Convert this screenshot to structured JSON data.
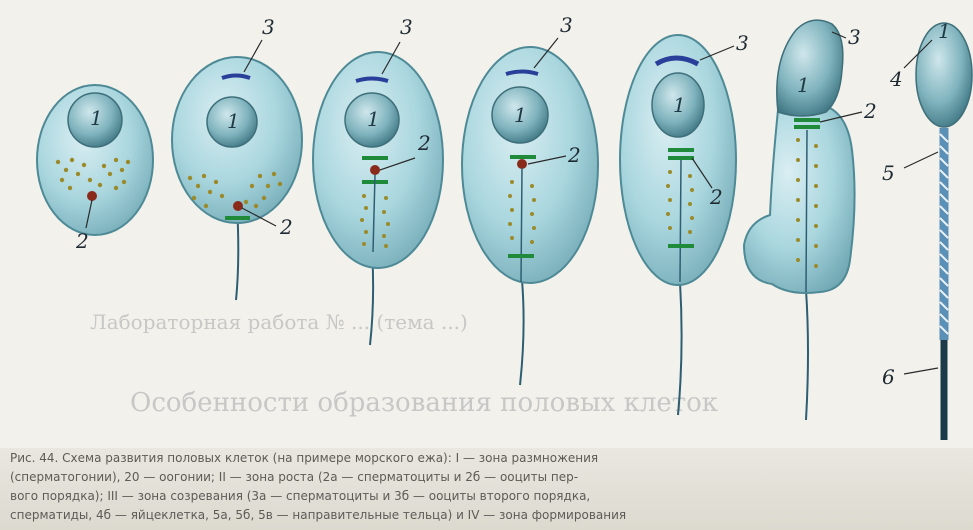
{
  "labels": {
    "nucleus": "1",
    "centriole": "2",
    "acrosome": "3",
    "head": "4",
    "midpiece": "5",
    "tail": "6"
  },
  "background_text": {
    "line1": "Лабораторная работа № ... (тема ...)",
    "heading": "Особенности образования половых клеток",
    "caption1": "Рис. 44. Схема развития половых клеток (на примере морского ежа): I — зона размножения",
    "caption2": "(сперматогонии), 20 — оогонии; II — зона роста (2а — сперматоциты и 2б — ооциты пер-",
    "caption3": "вого порядка); III — зона созревания (3а — сперматоциты и 3б — ооциты второго порядка,",
    "caption4": "сперматиды, 4б — яйцеклетка, 5а, 5б, 5в — направительные тельца) и IV — зона формирования"
  },
  "colors": {
    "cell_fill": "#9ccfd8",
    "nucleus_fill": "#5f9aa6",
    "acrosome": "#2a3f9a",
    "centriole_bar": "#1f8a3a",
    "centriole_dot": "#8a3a1a",
    "mito_dots": "#9a8a2a"
  }
}
